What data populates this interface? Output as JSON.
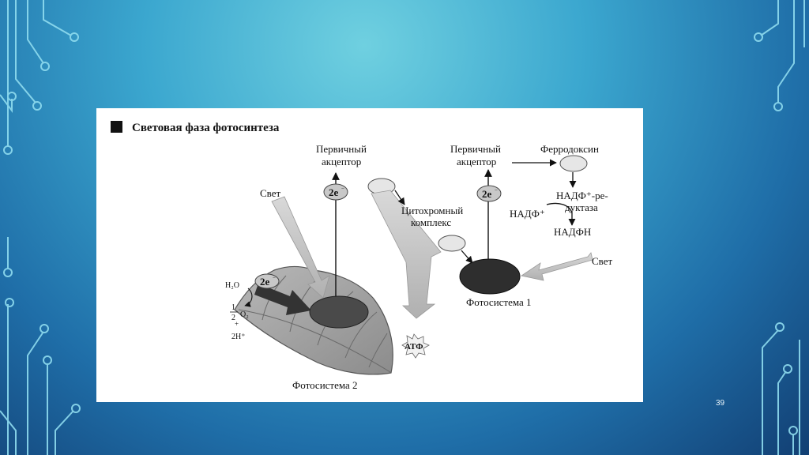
{
  "slide": {
    "number": "39"
  },
  "diagram": {
    "title": "Световая фаза фотосинтеза",
    "labels": {
      "primary_acceptor_left_1": "Первичный",
      "primary_acceptor_left_2": "акцептор",
      "primary_acceptor_right_1": "Первичный",
      "primary_acceptor_right_2": "акцептор",
      "ferredoxin": "Ферродоксин",
      "light_left": "Свет",
      "light_right": "Свет",
      "electrons_left": "2e",
      "electrons_right": "2e",
      "electrons_water": "2e",
      "cytochrome_1": "Цитохромный",
      "cytochrome_2": "комплекс",
      "nadp_reductase_1": "НАДФ⁺-ре-",
      "nadp_reductase_2": "дуктаза",
      "nadp_plus": "НАДФ⁺",
      "nadph": "НАДФН",
      "water": "H₂O",
      "half": "1",
      "half_den": "2",
      "oxygen": "O₂",
      "protons": "2H⁺",
      "atp": "АТФ",
      "photosystem_2": "Фотосистема 2",
      "photosystem_1": "Фотосистема 1"
    }
  }
}
